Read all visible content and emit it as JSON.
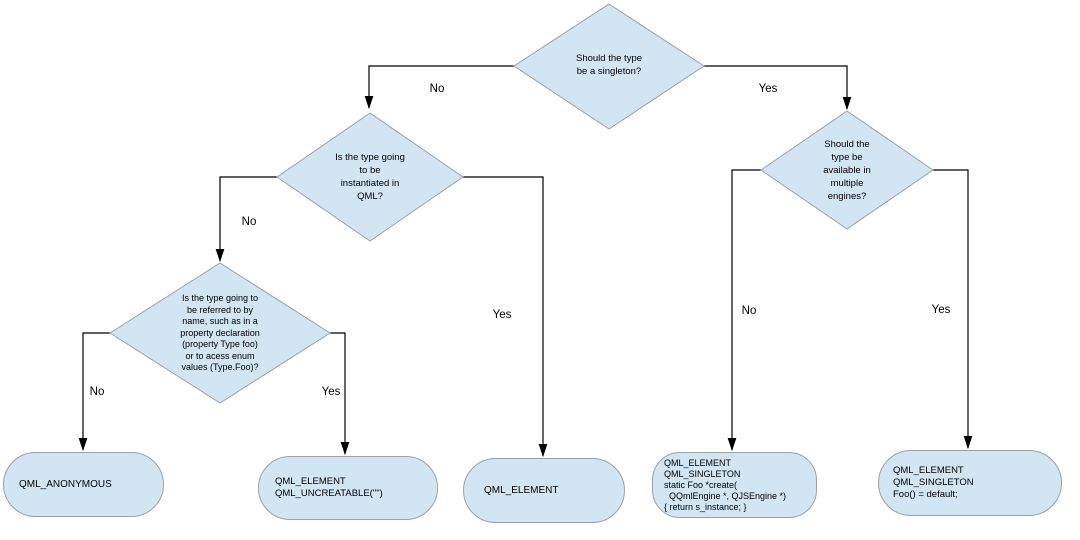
{
  "diagram": {
    "nodes": {
      "singleton_question": "Should the type\nbe a singleton?",
      "instantiated_question": "Is the type going\nto be\ninstantiated in\nQML?",
      "referred_question": "Is the type going to\nbe referred to by\nname, such as in a\nproperty declaration\n(property Type foo)\nor to acess enum\nvalues (Type.Foo)?",
      "engines_question": "Should the\ntype be\navailable in\nmultiple\nengines?",
      "qml_anonymous": "QML_ANONYMOUS",
      "qml_uncreatable": "QML_ELEMENT\nQML_UNCREATABLE(\"\")",
      "qml_element": "QML_ELEMENT",
      "singleton_create": "QML_ELEMENT\nQML_SINGLETON\nstatic Foo *create(\n  QQmlEngine *, QJSEngine *)\n{ return s_instance; }",
      "singleton_default": "QML_ELEMENT\nQML_SINGLETON\nFoo() = default;"
    },
    "edge_labels": {
      "singleton_no": "No",
      "singleton_yes": "Yes",
      "instantiated_no": "No",
      "instantiated_yes": "Yes",
      "referred_no": "No",
      "referred_yes": "Yes",
      "engines_no": "No",
      "engines_yes": "Yes"
    },
    "colors": {
      "node_fill": "#d2e5f3",
      "node_border": "#9aa0a5",
      "edge_color": "#000000",
      "text_color": "#000000",
      "background": "#ffffff"
    }
  }
}
